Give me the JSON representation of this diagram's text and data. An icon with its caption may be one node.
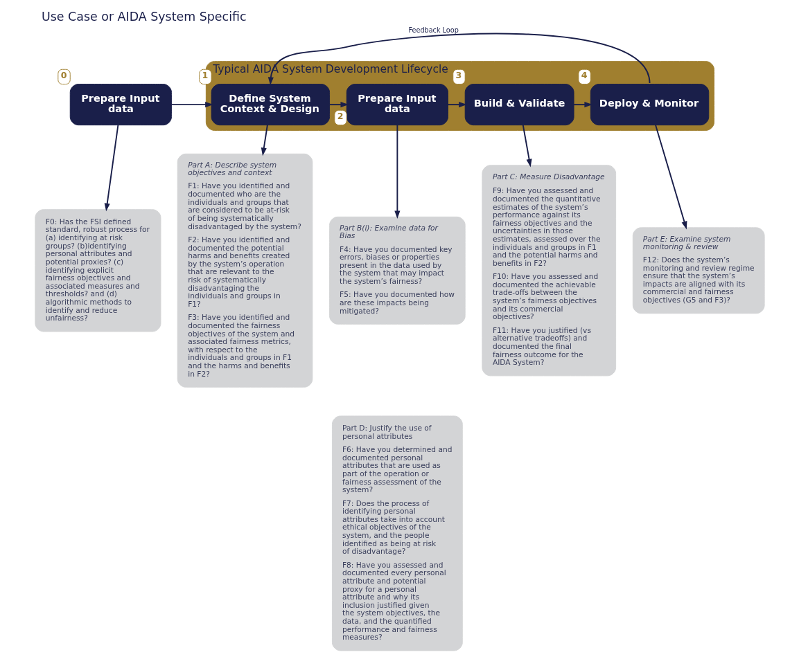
{
  "diagram": {
    "title": "Use Case or AIDA System Specific",
    "nodes": [
      {
        "text": [
          "Typical AIDA System Development Lifecycle"
        ]
      },
      {
        "text": [
          "Prepare Input data"
        ],
        "beside": [
          "0"
        ]
      },
      {
        "text": [
          "Define System Context & Design"
        ],
        "in": 0,
        "beside": [
          "1"
        ]
      },
      {
        "text": [
          "Prepare Input data"
        ],
        "in": 0,
        "beside": [
          "2"
        ]
      },
      {
        "text": [
          "Build & Validate"
        ],
        "in": 0,
        "beside": [
          "3"
        ]
      },
      {
        "text": [
          "Deploy & Monitor"
        ],
        "in": 0,
        "beside": [
          "4"
        ]
      },
      {
        "text": [
          "F0: Has the FSI defined standard, robust process for (a) identifying at risk groups? (b)identifying personal attributes and potential proxies? (c) identifying explicit fairness objectives and associated measures and thresholds? and (d) algorithmic methods to identify and reduce unfairness?"
        ]
      },
      {
        "text": [
          "Part A: Describe system objectives and context",
          "F1: Have you identified and documented who are the individuals and groups that are considered to be at-risk of being systematically disadvantaged by the system?",
          "F2: Have you identified and documented the potential harms and benefits created by the system’s operation that are relevant to the risk of systematically disadvantaging the individuals and groups in F1?",
          "F3: Have you identified and documented the fairness objectives of the system and associated fairness metrics, with respect to the individuals and groups in F1 and the harms and benefits in F2?"
        ]
      },
      {
        "text": [
          "Part B(i): Examine data for Bias",
          "F4: Have you documented key errors, biases or properties present in the data used by the system that may impact the system’s fairness?",
          "F5: Have you documented how are these impacts being mitigated?"
        ]
      },
      {
        "text": [
          "Part D: Justify the use of personal attributes",
          "F6: Have you determined and documented personal attributes that are used as part of the operation or fairness assessment of the system?",
          "F7: Does the process of identifying personal attributes take into account ethical objectives of the system, and the people identified as being at risk of disadvantage?",
          "F8: Have you assessed and documented every personal attribute and potential proxy for a personal attribute and why its inclusion justified given the system objectives, the data, and the quantified performance and fairness measures?"
        ]
      },
      {
        "text": [
          "Part C: Measure Disadvantage",
          "F9: Have you assessed and documented the quantitative estimates of the system’s performance against its fairness objectives and the uncertainties in those estimates, assessed over the individuals and groups in F1 and the potential harms and benefits in F2?",
          "F10: Have you assessed and documented the achievable trade-offs between the system’s fairness objectives and its commercial objectives?",
          "F11: Have you justified (vs alternative tradeoffs) and documented the final fairness outcome for the AIDA System?"
        ]
      },
      {
        "text": [
          "Part E: Examine system monitoring & review",
          "F12: Does the system’s monitoring and review regime ensure that the system’s impacts are aligned with its commercial and fairness objectives (G5 and F3)?"
        ]
      }
    ],
    "edges": [
      {
        "from": 1,
        "to": 2,
        "arrow": "to"
      },
      {
        "from": 2,
        "to": 3,
        "arrow": "to"
      },
      {
        "from": 3,
        "to": 4,
        "arrow": "to"
      },
      {
        "from": 4,
        "to": 5,
        "arrow": "to"
      },
      {
        "from": 5,
        "to": 2,
        "arrow": "to",
        "label": "Feedback Loop"
      },
      {
        "from": 1,
        "to": 6,
        "arrow": "to"
      },
      {
        "from": 2,
        "to": 7,
        "arrow": "to"
      },
      {
        "from": 3,
        "to": 8,
        "arrow": "to"
      },
      {
        "from": 4,
        "to": 10,
        "arrow": "to"
      },
      {
        "from": 5,
        "to": 11,
        "arrow": "to"
      }
    ]
  }
}
